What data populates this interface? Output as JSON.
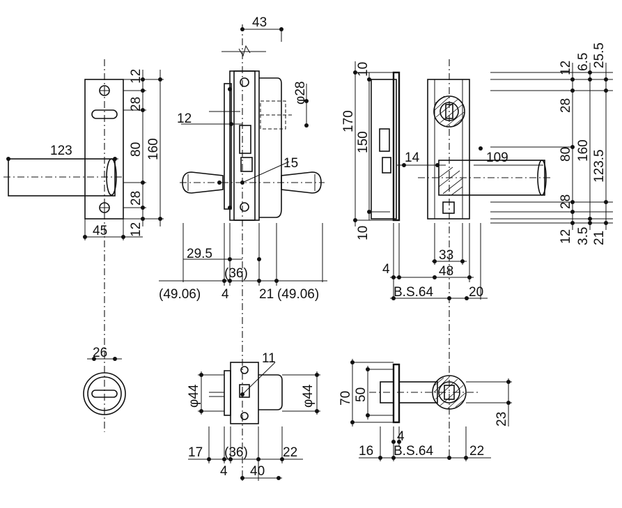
{
  "labels": {
    "d43": "43",
    "d12_top_left": "12",
    "d28_a": "28",
    "d80_a": "80",
    "d160_a": "160",
    "d28_b": "28",
    "d12_b": "12",
    "d123": "123",
    "d45": "45",
    "phi28": "φ28",
    "d12_side": "12",
    "d15": "15",
    "d29_5": "29.5",
    "d36_a": "(36)",
    "d49_06_l": "(49.06)",
    "d4_a": "4",
    "d21_a": "21",
    "d49_06_r": "(49.06)",
    "d170": "170",
    "d150": "150",
    "d10_top": "10",
    "d10_bot": "10",
    "d14": "14",
    "d109": "109",
    "d4_b": "4",
    "d33": "33",
    "d48": "48",
    "bs64_a": "B.S.64",
    "d20": "20",
    "r12_top": "12",
    "r6_5": "6.5",
    "r25_5": "25.5",
    "r28_a": "28",
    "r80": "80",
    "r160": "160",
    "r123_5": "123.5",
    "r28_b": "28",
    "r12_bot": "12",
    "r3_5": "3.5",
    "r21": "21",
    "d26": "26",
    "d11": "11",
    "phi44_l": "φ44",
    "phi44_r": "φ44",
    "d17": "17",
    "d36_b": "(36)",
    "d22_a": "22",
    "d4_c": "4",
    "d40": "40",
    "d70": "70",
    "d50": "50",
    "d4_d": "4",
    "d16": "16",
    "bs64_b": "B.S.64",
    "d22_b": "22",
    "d23": "23"
  }
}
